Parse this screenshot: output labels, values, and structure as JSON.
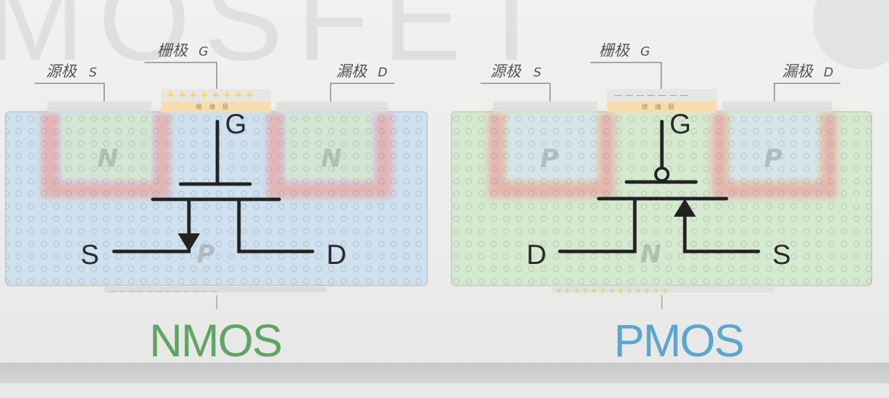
{
  "watermark": "MOSFET",
  "nmos": {
    "title": "NMOS",
    "source_label": "源极",
    "source_sub": "S",
    "gate_label": "栅极",
    "gate_sub": "G",
    "drain_label": "漏极",
    "drain_sub": "D",
    "insulator": "绝缘层",
    "well_left": "N",
    "well_right": "N",
    "substrate": "P",
    "pin_g": "G",
    "pin_s": "S",
    "pin_d": "D"
  },
  "pmos": {
    "title": "PMOS",
    "source_label": "源极",
    "source_sub": "S",
    "gate_label": "栅极",
    "gate_sub": "G",
    "drain_label": "漏极",
    "drain_sub": "D",
    "insulator": "绝缘层",
    "well_left": "P",
    "well_right": "P",
    "substrate": "N",
    "pin_g": "G",
    "pin_d": "D",
    "pin_s": "S"
  },
  "colors": {
    "nmos_title": "#5fa564",
    "pmos_title": "#5aa6cf",
    "n_substrate_fill": "#cfe0ee",
    "p_substrate_fill": "#d5e9cf",
    "doped_band": "#e9a9a5",
    "insulator": "#f7dcae",
    "symbol_stroke": "#222222"
  }
}
